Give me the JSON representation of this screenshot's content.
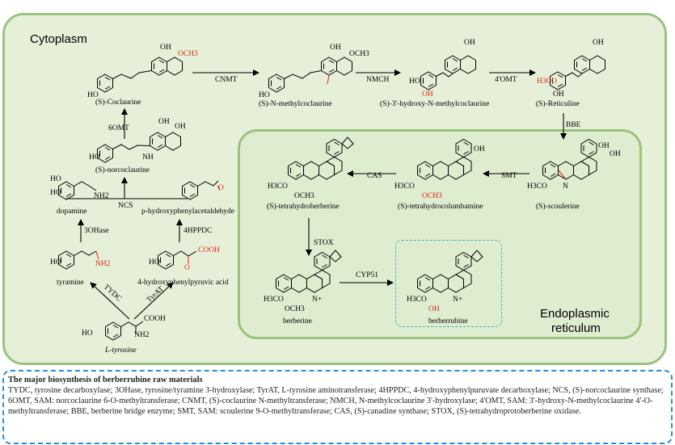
{
  "regions": {
    "cytoplasm": "Cytoplasm",
    "er_line1": "Endoplasmic",
    "er_line2": "reticulum"
  },
  "compounds": {
    "l_tyrosine": "L-tyrosine",
    "tyramine": "tyramine",
    "hppa": "4-hydroxyphenylpyruvic acid",
    "dopamine": "dopamine",
    "hpaa": "p-hydroxyphenylacetaldehyde",
    "norcoclaurine": "(S)-norcoclaurine",
    "coclaurine": "(S)-Coclaurine",
    "n_methylcoclaurine": "(S)-N-methylcoclaurine",
    "hydroxy_n_methylcoclaurine": "(S)-3'-hydroxy-N-methylcoclaurine",
    "reticuline": "(S)-Reticuline",
    "scoulerine": "(S)-scoulerine",
    "tetrahydrocolumbamine": "(S)-tetrahydrocolumbamine",
    "tetrahydroberberine": "(S)-tetrahydroberberine",
    "berberine": "berberine",
    "berberrubine": "berberrubine"
  },
  "enzymes": {
    "tydc": "TYDC",
    "tyrat": "TyrAT",
    "ohase": "3OHase",
    "hppdc": "4HPPDC",
    "ncs": "NCS",
    "omt6": "6OMT",
    "cnmt": "CNMT",
    "nmch": "NMCH",
    "omt4": "4'OMT",
    "bbe": "BBE",
    "smt": "SMT",
    "cas": "CAS",
    "stox": "STOX",
    "cyp51": "CYP51"
  },
  "atom_labels": {
    "oh": "OH",
    "ho": "HO",
    "och3": "OCH3",
    "h3co": "H3CO",
    "nh": "NH",
    "nh2": "NH2",
    "n": "N",
    "n_plus": "N+",
    "cooh": "COOH",
    "o": "O"
  },
  "caption": {
    "title": "The major biosynthesis of berberrubine raw materials",
    "body": "TYDC, tyrosine decarboxylase; 3OHase, tyrosine/tyramine 3-hydroxylase; TyrAT, L-tyrosine aminotransferase; 4HPPDC, 4-hydroxyphenylpuruvate decarboxylase; NCS, (S)-norcoclaurine synthase; 6OMT, SAM: norcoclaurine 6-O-methyltransferase; CNMT, (S)-coclaurine N-methyltransferase; NMCH, N-methylcoclaurine 3'-hydroxylase; 4'OMT, SAM: 3'-hydroxy-N-methylcoclaurine 4'-O-methyltransferase; BBE, berberine bridge enzyme; SMT, SAM: scoulerine 9-O-methyltransferase; CAS, (S)-canadine synthase; STOX, (S)-tetrahydroprotoberberine oxidase."
  },
  "colors": {
    "cytoplasm_fill": "#e6f0d8",
    "membrane": "#9cc27f",
    "highlight": "#e0261d",
    "caption_border": "#2a8fd8",
    "berberrubine_box": "#47b5c4"
  }
}
